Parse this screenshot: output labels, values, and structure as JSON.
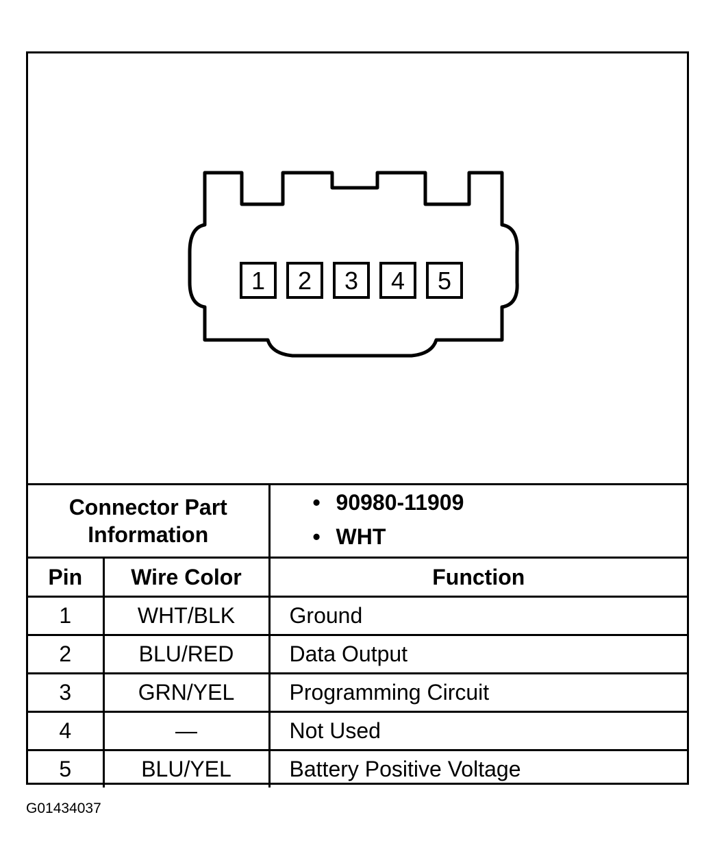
{
  "connector": {
    "pins": [
      "1",
      "2",
      "3",
      "4",
      "5"
    ]
  },
  "part_info": {
    "label_line1": "Connector Part",
    "label_line2": "Information",
    "bullet": "•",
    "part_number": "90980-11909",
    "color": "WHT"
  },
  "table": {
    "headers": {
      "pin": "Pin",
      "wire_color": "Wire Color",
      "function": "Function"
    },
    "rows": [
      {
        "pin": "1",
        "wire_color": "WHT/BLK",
        "function": "Ground"
      },
      {
        "pin": "2",
        "wire_color": "BLU/RED",
        "function": "Data Output"
      },
      {
        "pin": "3",
        "wire_color": "GRN/YEL",
        "function": "Programming Circuit"
      },
      {
        "pin": "4",
        "wire_color": "—",
        "function": "Not Used"
      },
      {
        "pin": "5",
        "wire_color": "BLU/YEL",
        "function": "Battery Positive Voltage"
      }
    ]
  },
  "figure_id": "G01434037"
}
